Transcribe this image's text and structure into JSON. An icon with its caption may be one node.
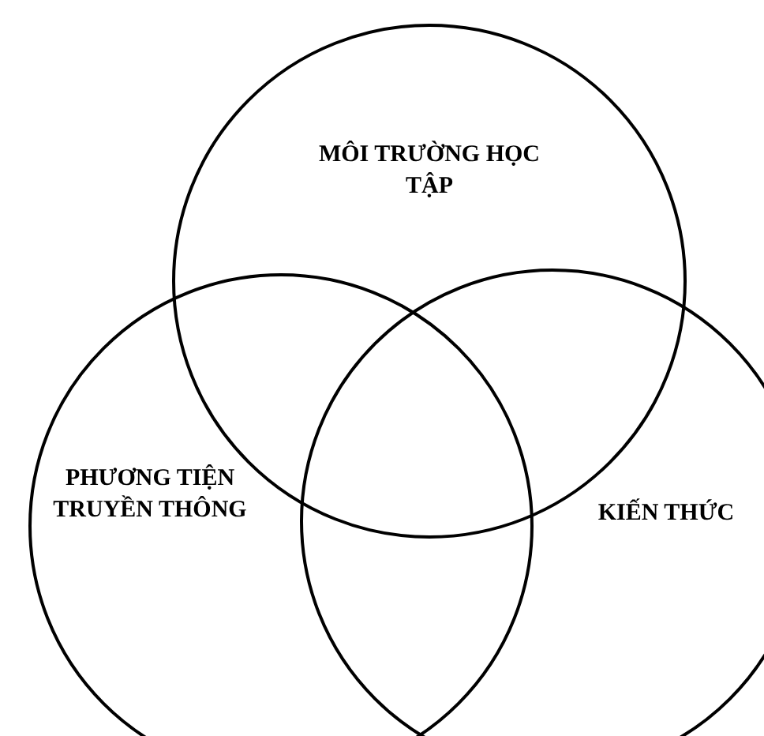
{
  "diagram": {
    "nodes": [
      {
        "text": [
          "MÔI TRƯỜNG HỌC TẬP"
        ]
      },
      {
        "text": [
          "PHƯƠNG TIỆN TRUYỀN THÔNG"
        ]
      },
      {
        "text": [
          "KIẾN THỨC"
        ]
      }
    ]
  }
}
